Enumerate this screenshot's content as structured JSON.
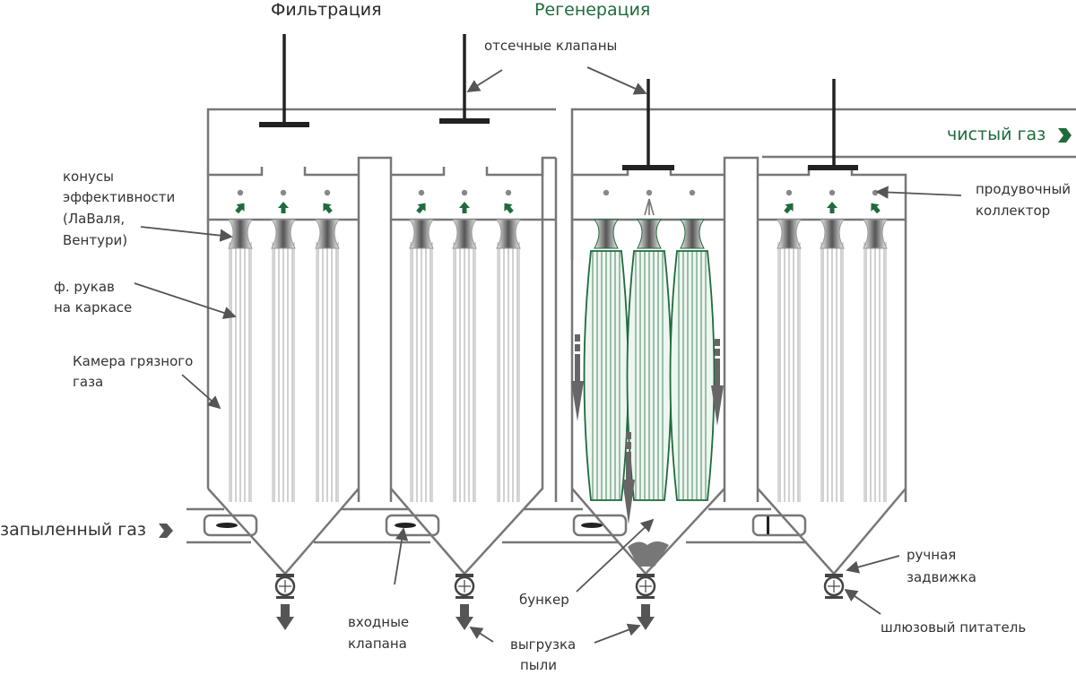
{
  "titles": {
    "filtration": "Фильтрация",
    "regeneration": "Регенерация"
  },
  "labels": {
    "cutoff_valves": "отсечные клапаны",
    "clean_gas": "чистый газ",
    "efficiency_cones": [
      "конусы",
      "эффективности",
      "(ЛаВаля,",
      "Вентури)"
    ],
    "purge_manifold": [
      "продувочный",
      "коллектор"
    ],
    "filter_sleeve": [
      "ф. рукав",
      "на каркасе"
    ],
    "dirty_gas_chamber": [
      "Камера грязного",
      "газа"
    ],
    "dusty_gas": "запыленный газ",
    "inlet_valves": [
      "входные",
      "клапана"
    ],
    "hopper": "бункер",
    "dust_discharge": [
      "выгрузка",
      "пыли"
    ],
    "manual_gate": [
      "ручная",
      "задвижка"
    ],
    "rotary_feeder": "шлюзовый питатель"
  },
  "colors": {
    "accent_green": "#1e6b3c",
    "line_gray": "#777777",
    "dark": "#222222",
    "arrow_gray": "#555555"
  },
  "sections": [
    {
      "name": "filtration-1",
      "mode": "filtration"
    },
    {
      "name": "filtration-2",
      "mode": "filtration"
    },
    {
      "name": "regeneration",
      "mode": "regeneration"
    },
    {
      "name": "filtration-4",
      "mode": "filtration"
    }
  ]
}
